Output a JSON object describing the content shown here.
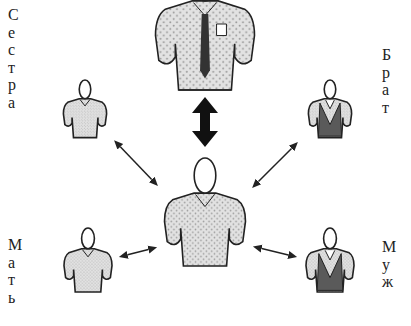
{
  "diagram": {
    "nodes": [
      {
        "text": []
      },
      {
        "text": [
          "Сестра"
        ]
      },
      {
        "text": [
          "Брат"
        ]
      },
      {
        "text": []
      },
      {
        "text": [
          "Мать"
        ]
      },
      {
        "text": [
          "Муж"
        ]
      }
    ],
    "edges": [
      {
        "from": 0,
        "to": 3,
        "arrow": "both"
      },
      {
        "from": 1,
        "to": 3,
        "arrow": "both"
      },
      {
        "from": 2,
        "to": 3,
        "arrow": "both"
      },
      {
        "from": 4,
        "to": 3,
        "arrow": "both"
      },
      {
        "from": 5,
        "to": 3,
        "arrow": "both"
      }
    ]
  }
}
